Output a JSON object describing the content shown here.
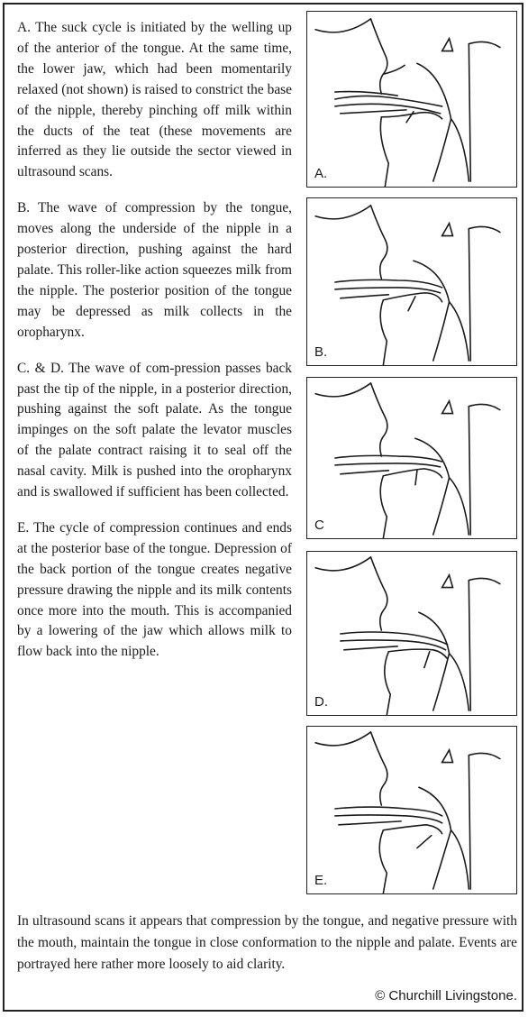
{
  "paragraphs": [
    "A. The suck cycle is initiated by the welling up of the anterior of the tongue. At the same time, the lower jaw, which had been momentarily relaxed (not shown) is raised to constrict the base of the nipple, thereby pinching off milk within the ducts of the teat (these movements are inferred as they lie outside the sector viewed in ultrasound scans.",
    "B. The wave of compression by the tongue, moves along the underside of the nipple in a posterior direction, pushing against the hard palate. This roller-like action squeezes milk from the nipple. The posterior position of the tongue may be depressed as milk collects in the oropharynx.",
    "C. & D. The wave of com-pression passes back past the tip of the nipple, in a posterior direction, pushing against the soft palate. As the tongue impinges on the soft palate the levator muscles of the palate contract raising it to seal off the nasal cavity. Milk is pushed into the oropharynx and is swallowed if sufficient has been collected.",
    "E. The cycle of compression continues and ends at the posterior base of the tongue. Depression of the back portion of the tongue creates negative pressure drawing the nipple and its milk contents once more into the mouth. This is accompanied by a lowering of the jaw which allows milk to flow back into the nipple."
  ],
  "panels": [
    {
      "label": "A."
    },
    {
      "label": "B."
    },
    {
      "label": "C"
    },
    {
      "label": "D."
    },
    {
      "label": "E."
    }
  ],
  "footer": "In ultrasound scans it appears that compression by the tongue, and negative pressure with the mouth, maintain the tongue in close conformation to the nipple and palate. Events are portrayed here rather more loosely to aid clarity.",
  "copyright": "© Churchill Livingstone."
}
